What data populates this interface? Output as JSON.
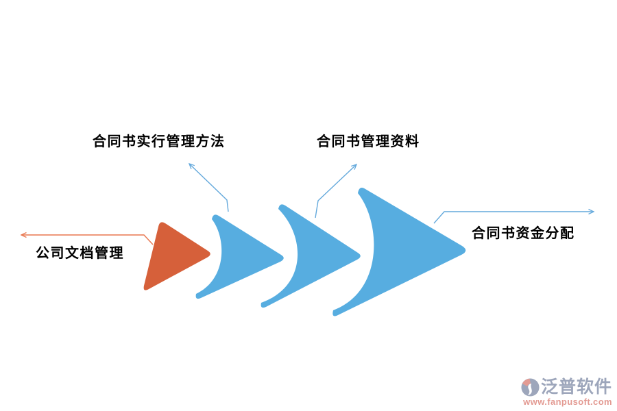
{
  "colors": {
    "background": "#ffffff",
    "orange_shape": "#d6603a",
    "blue_shape": "#57ade0",
    "callout_line_blue": "#64a9dc",
    "callout_line_orange": "#e8764f",
    "label_text": "#000000",
    "watermark_brand": "#98a2b8",
    "watermark_url": "#e2968e"
  },
  "diagram": {
    "type": "process-arrow-sequence",
    "direction": "left-to-right",
    "steps": [
      {
        "index": 1,
        "label": "公司文档管理",
        "shape": "rounded-triangle",
        "color": "#d6603a",
        "callout_side": "left"
      },
      {
        "index": 2,
        "label": "合同书实行管理方法",
        "shape": "chevron-arrow",
        "color": "#57ade0",
        "callout_side": "top-left"
      },
      {
        "index": 3,
        "label": "合同书管理资料",
        "shape": "chevron-arrow",
        "color": "#57ade0",
        "callout_side": "top-right"
      },
      {
        "index": 4,
        "label": "合同书资金分配",
        "shape": "chevron-arrow",
        "color": "#57ade0",
        "callout_side": "right"
      }
    ]
  },
  "watermark": {
    "brand": "泛普软件",
    "url": "www.fanpusoft.com"
  }
}
